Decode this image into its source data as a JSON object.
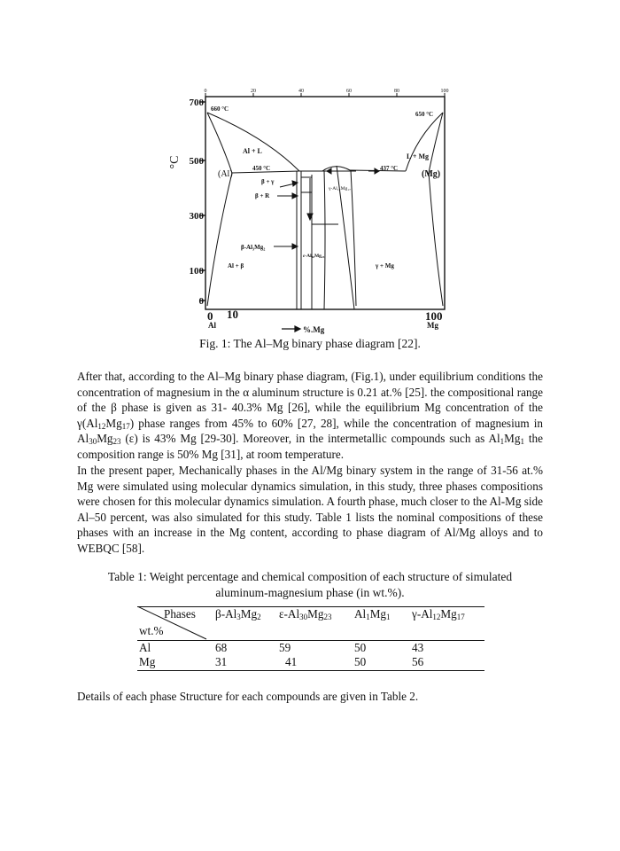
{
  "figure": {
    "top_axis_ticks": [
      "0",
      "20",
      "40",
      "60",
      "80",
      "100"
    ],
    "y_ticks": [
      "700",
      "500",
      "300",
      "100",
      "0"
    ],
    "y_label": "°C",
    "x_start": "0",
    "x_start_el": "Al",
    "x_minor": "10",
    "x_end": "100",
    "x_end_el": "Mg",
    "x_label": "%.Mg",
    "labels": {
      "t660": "660 °C",
      "t650": "650 °C",
      "al_l": "Al + L",
      "l_mg": "L + Mg",
      "t450": "450 °C",
      "t437": "437 °C",
      "al": "(Al)",
      "mg": "(Mg)",
      "b_g": "β + γ",
      "b_r": "β + R",
      "gamma_phase": "γ-Al₁₂Mg₁₇",
      "beta_phase": "β-Al₃Mg₂",
      "eps_phase": "ε-Al₃₀Mg₂₃",
      "al_b": "Al + β",
      "g_mg": "γ + Mg"
    }
  },
  "fig_caption": "Fig. 1: The Al–Mg binary phase diagram [22].",
  "table_caption": "Table 1: Weight percentage and chemical composition of each structure of simulated aluminum-magnesium phase (in wt.%).",
  "table": {
    "corner_top": "Phases",
    "corner_bottom": "wt.%",
    "columns": [
      {
        "name": "β-Al",
        "s1": "3",
        "m": "Mg",
        "s2": "2"
      },
      {
        "name": "ε-Al",
        "s1": "30",
        "m": "Mg",
        "s2": "23"
      },
      {
        "name": "Al",
        "s1": "1",
        "m": "Mg",
        "s2": "1"
      },
      {
        "name": "γ-Al",
        "s1": "12",
        "m": "Mg",
        "s2": "17"
      }
    ],
    "rows": [
      {
        "label": "Al",
        "values": [
          "68",
          "59",
          "50",
          "43"
        ]
      },
      {
        "label": "Mg",
        "values": [
          "31",
          "41",
          "50",
          "56"
        ]
      }
    ]
  },
  "closing": "Details of each phase Structure for each compounds are given in Table 2."
}
